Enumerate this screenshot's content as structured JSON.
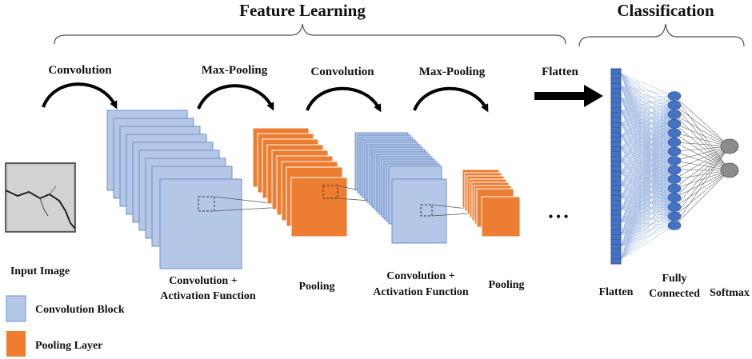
{
  "headings": {
    "feature_learning": "Feature Learning",
    "classification": "Classification"
  },
  "operations": {
    "conv1": "Convolution",
    "pool1": "Max-Pooling",
    "conv2": "Convolution",
    "pool2": "Max-Pooling",
    "flatten": "Flatten"
  },
  "labels": {
    "input_image": "Input Image",
    "conv_block_1": [
      "Convolution +",
      "Activation Function"
    ],
    "pooling_1": "Pooling",
    "conv_block_2": [
      "Convolution +",
      "Activation Function"
    ],
    "pooling_2": "Pooling",
    "ellipsis": "• • •",
    "flatten": "Flatten",
    "fully_connected": [
      "Fully",
      "Connected"
    ],
    "softmax": "Softmax"
  },
  "legend": [
    {
      "label": "Convolution Block",
      "color": "#b4c7e7"
    },
    {
      "label": "Pooling Layer",
      "color": "#ed7d31"
    }
  ],
  "colors": {
    "conv_fill": "#b4c7e7",
    "conv_stroke": "#6e8fc9",
    "pool_fill": "#ed7d31",
    "pool_stroke": "#ffffff",
    "flatten_bar": "#4472c4",
    "fc_node": "#4472c4",
    "softmax_node": "#8c8c8c",
    "edge_blue": "#a9bfe4",
    "edge_gray": "#7f7f7f"
  },
  "network": {
    "flatten_units": 40,
    "fc_nodes": 15,
    "softmax_nodes": 2
  }
}
